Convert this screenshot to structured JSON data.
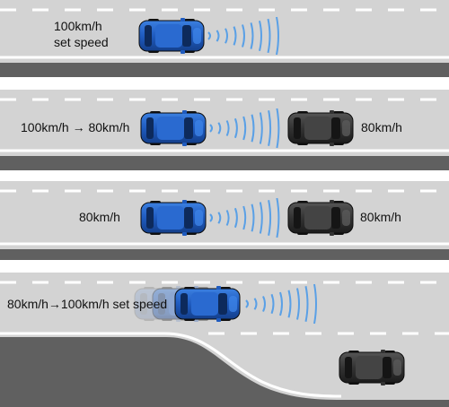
{
  "panel1": {
    "label_line1": "100km/h",
    "label_line2": "set speed"
  },
  "panel2": {
    "own_speed_label": "100km/h → 80km/h",
    "lead_speed_label": "80km/h"
  },
  "panel3": {
    "own_speed_label": "80km/h",
    "lead_speed_label": "80km/h"
  },
  "panel4": {
    "own_speed_label": "80km/h→100km/h set speed"
  },
  "colors": {
    "road": "#d3d3d3",
    "lane_marking": "#ffffff",
    "shoulder": "#606060",
    "own_car": "#1f5bbf",
    "lead_car": "#3a3a3a",
    "sensor_waves": "#5aa0e6"
  },
  "icons": [
    "own-car-icon",
    "lead-car-icon",
    "radar-wave-icon"
  ]
}
